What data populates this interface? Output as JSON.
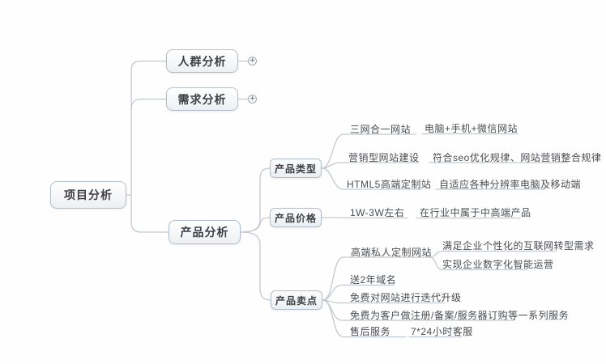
{
  "colors": {
    "node_border": "#b2bec9",
    "connector_line": "#c3c9cf",
    "node_text": "#3c4044",
    "leaf_text": "#4a4e52",
    "background": "#fefefe"
  },
  "map": {
    "root": {
      "label": "项目分析"
    },
    "children": [
      {
        "label": "人群分析",
        "collapsed_indicator": "+"
      },
      {
        "label": "需求分析",
        "collapsed_indicator": "+"
      },
      {
        "label": "产品分析",
        "children": [
          {
            "label": "产品类型",
            "children": [
              {
                "label": "三网合一网站",
                "children": [
                  {
                    "label": "电脑+手机+微信网站"
                  }
                ]
              },
              {
                "label": "营销型网站建设",
                "children": [
                  {
                    "label": "符合seo优化规律、网站营销整合规律"
                  }
                ]
              },
              {
                "label": "HTML5高端定制站",
                "children": [
                  {
                    "label": "自适应各种分辨率电脑及移动端"
                  }
                ]
              }
            ]
          },
          {
            "label": "产品价格",
            "children": [
              {
                "label": "1W-3W左右",
                "children": [
                  {
                    "label": "在行业中属于中高端产品"
                  }
                ]
              }
            ]
          },
          {
            "label": "产品卖点",
            "children": [
              {
                "label": "高端私人定制网站",
                "children": [
                  {
                    "label": "满足企业个性化的互联网转型需求"
                  },
                  {
                    "label": "实现企业数字化智能运营"
                  }
                ]
              },
              {
                "label": "送2年域名"
              },
              {
                "label": "免费对网站进行迭代升级"
              },
              {
                "label": "免费为客户做注册/备案/服务器订购等一系列服务"
              },
              {
                "label": "售后服务",
                "children": [
                  {
                    "label": "7*24小时客服"
                  }
                ]
              }
            ]
          }
        ]
      }
    ]
  }
}
